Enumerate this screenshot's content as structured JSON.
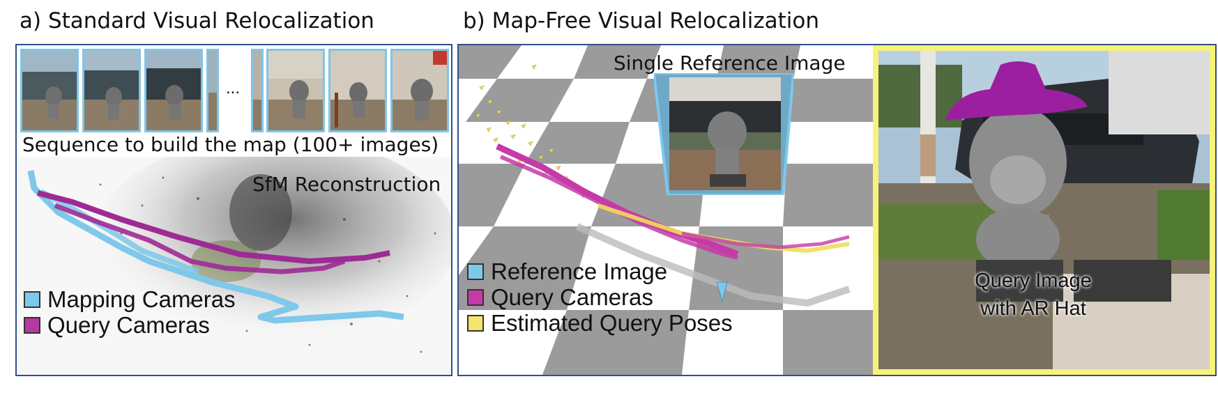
{
  "panel_a": {
    "title": "a) Standard Visual Relocalization",
    "ellipsis": "...",
    "sequence_caption": "Sequence to build the map (100+ images)",
    "sfm_label": "SfM Reconstruction",
    "legend": [
      {
        "label": "Mapping Cameras",
        "color": "#7ec8ea"
      },
      {
        "label": "Query Cameras",
        "color": "#b23aa0"
      }
    ]
  },
  "panel_b": {
    "title": "b) Map-Free Visual Relocalization",
    "reference_label": "Single Reference Image",
    "legend": [
      {
        "label": "Reference Image",
        "color": "#7ec8ea"
      },
      {
        "label": "Query Cameras",
        "color": "#c63aa8"
      },
      {
        "label": "Estimated Query Poses",
        "color": "#f5e46a"
      }
    ],
    "query_caption_line1": "Query Image",
    "query_caption_line2": "with AR Hat"
  },
  "colors": {
    "frame": "#2f4f8a",
    "mapping": "#7ec8ea",
    "query": "#9e2a95",
    "estimated": "#f0dd5a",
    "query_image_border": "#f7f27a"
  }
}
